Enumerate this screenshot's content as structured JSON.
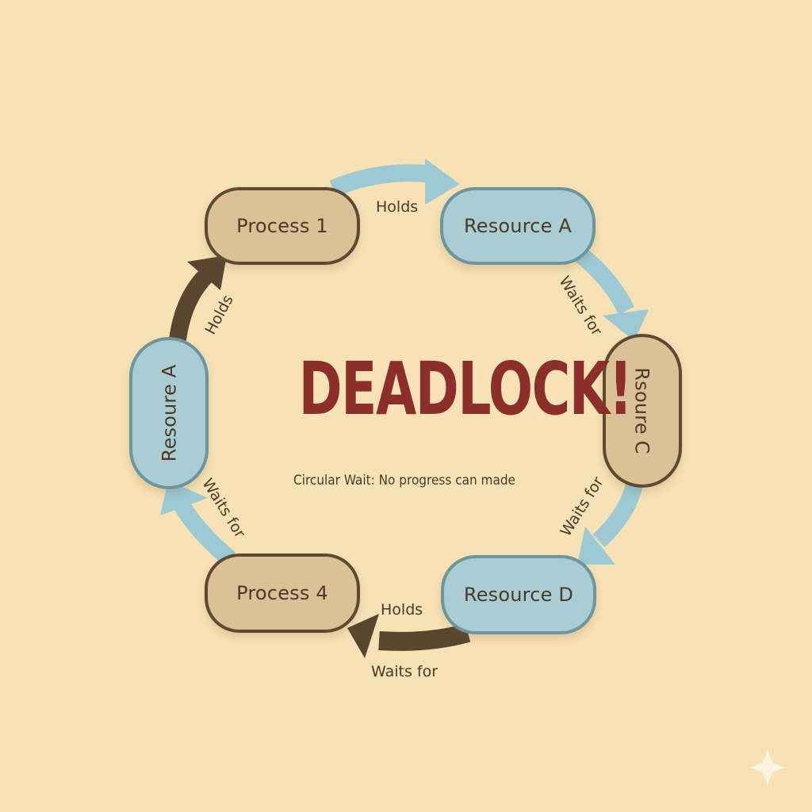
{
  "diagram": {
    "title": "DEADLOCK!",
    "subtitle": "Circular Wait: No progress can made",
    "nodes": [
      {
        "id": "process-1",
        "label": "Process 1",
        "type": "process"
      },
      {
        "id": "resource-a-top",
        "label": "Resource A",
        "type": "resource"
      },
      {
        "id": "resource-c",
        "label": "Rsoure C",
        "type": "process"
      },
      {
        "id": "resource-d",
        "label": "Resource D",
        "type": "resource"
      },
      {
        "id": "process-4",
        "label": "Process 4",
        "type": "process"
      },
      {
        "id": "resource-a-left",
        "label": "Resoure A",
        "type": "resource"
      }
    ],
    "edges": [
      {
        "from": "process-1",
        "to": "resource-a-top",
        "label": "Holds",
        "color": "#9cc9d3"
      },
      {
        "from": "resource-a-top",
        "to": "resource-c",
        "label": "Waits for",
        "color": "#9cc9d3"
      },
      {
        "from": "resource-c",
        "to": "resource-d",
        "label": "Waits for",
        "color": "#9cc9d3"
      },
      {
        "from": "resource-d",
        "to": "process-4",
        "label": "Holds",
        "label2": "Waits for",
        "color": "#5a4630"
      },
      {
        "from": "process-4",
        "to": "resource-a-left",
        "label": "Waits for",
        "color": "#9cc9d3"
      },
      {
        "from": "resource-a-left",
        "to": "process-1",
        "label": "Holds",
        "color": "#5a4630"
      }
    ]
  },
  "colors": {
    "background": "#f6e2b5",
    "process_fill": "#dcc196",
    "process_border": "#5e4a33",
    "resource_fill": "#a9cdd3",
    "resource_border": "#6c959d",
    "title": "#8c2f2a",
    "text": "#4a3a28"
  },
  "watermark": {
    "icon": "sparkle-icon"
  }
}
